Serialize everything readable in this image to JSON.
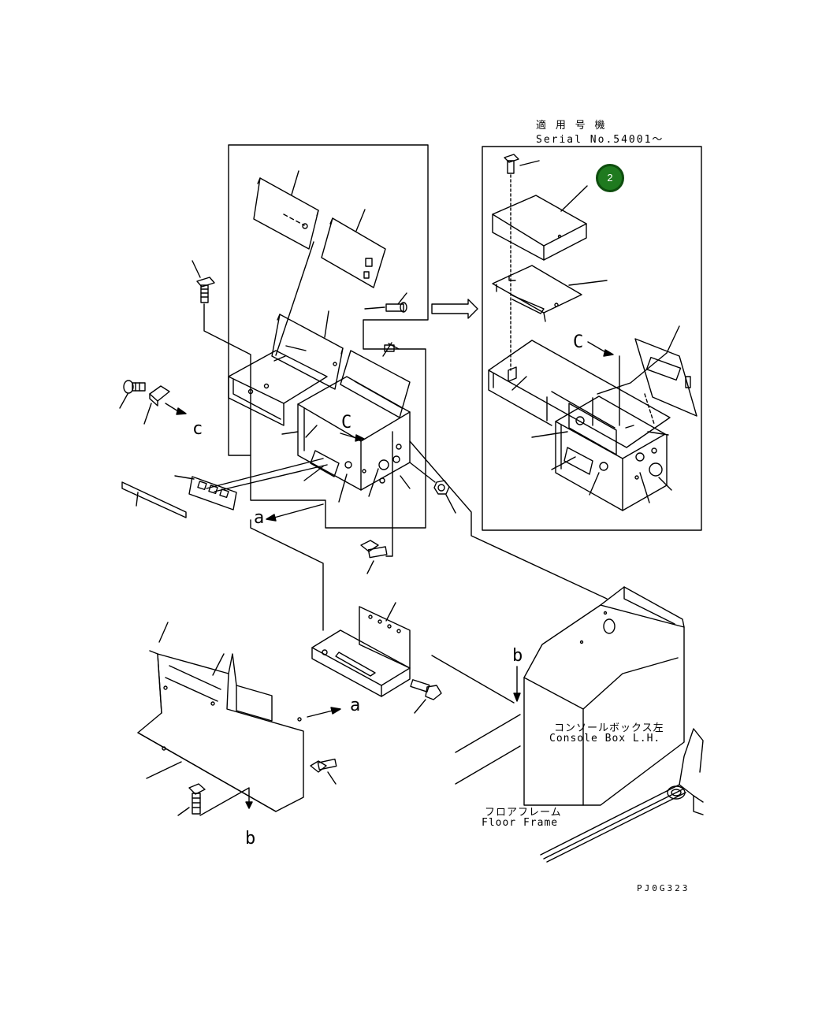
{
  "serial_header": {
    "line1": "適 用 号 機",
    "line2": "Serial No.54001～"
  },
  "callout_letters": {
    "c_left": "c",
    "c_box": "C",
    "c_right": "C",
    "a_left": "a",
    "a_bottom": "a",
    "b_bottom": "b",
    "b_right": "b"
  },
  "console_box": {
    "label_jp": "コンソールボックス左",
    "label_en": "Console Box L.H."
  },
  "floor_frame": {
    "label_jp": "フロアフレーム",
    "label_en": "Floor Frame"
  },
  "drawing_code": "PJ0G323",
  "position_marker": {
    "number": "2",
    "color": "#1f7a1f"
  }
}
